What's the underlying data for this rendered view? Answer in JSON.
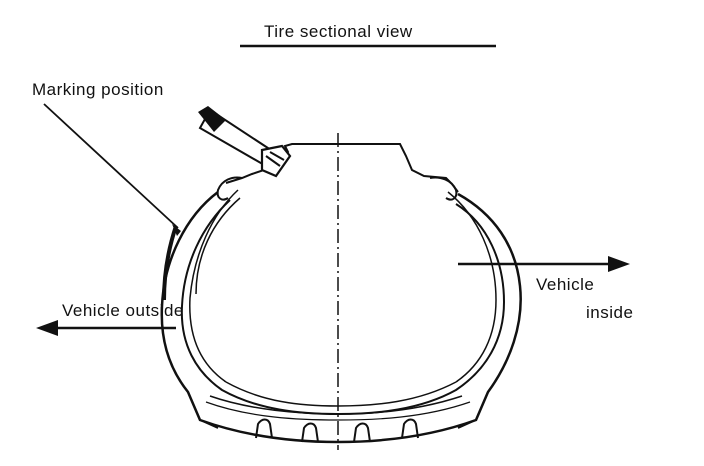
{
  "title": "Tire sectional view",
  "labels": {
    "marking_position": "Marking position",
    "vehicle_outside": "Vehicle outside",
    "vehicle_inside_line1": "Vehicle",
    "vehicle_inside_line2": "inside"
  },
  "colors": {
    "ink": "#111111",
    "background": "#ffffff"
  }
}
